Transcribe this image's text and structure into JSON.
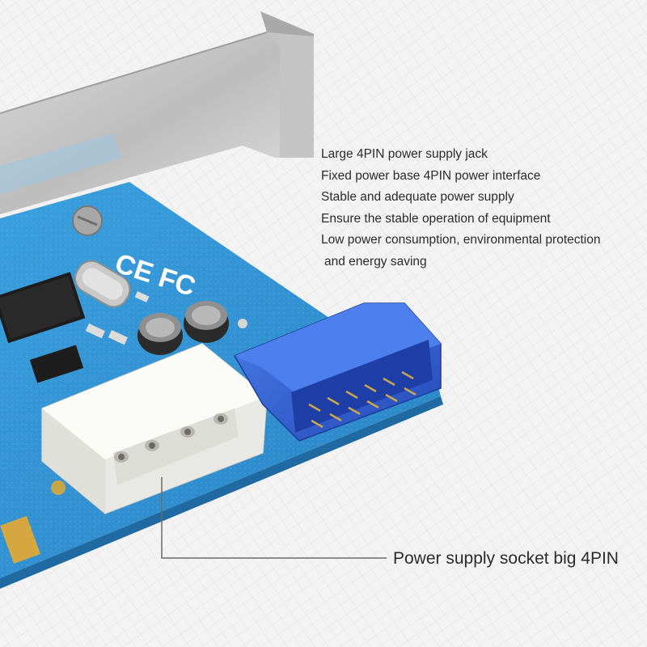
{
  "product_photo": {
    "board_color": "#2f8fd0",
    "bracket_color": "#cfcfcf",
    "molex_color": "#f4f4f2",
    "usb_header_color": "#2f5fd0",
    "cert_mark": "CE FC"
  },
  "features": [
    "Large 4PIN power supply jack",
    "Fixed power base 4PIN power interface",
    "Stable and adequate power supply",
    "Ensure the stable operation of equipment",
    "Low power consumption, environmental protection",
    " and energy saving"
  ],
  "callout": {
    "label": "Power supply socket big 4PIN",
    "line_color": "#6a6a6a"
  }
}
